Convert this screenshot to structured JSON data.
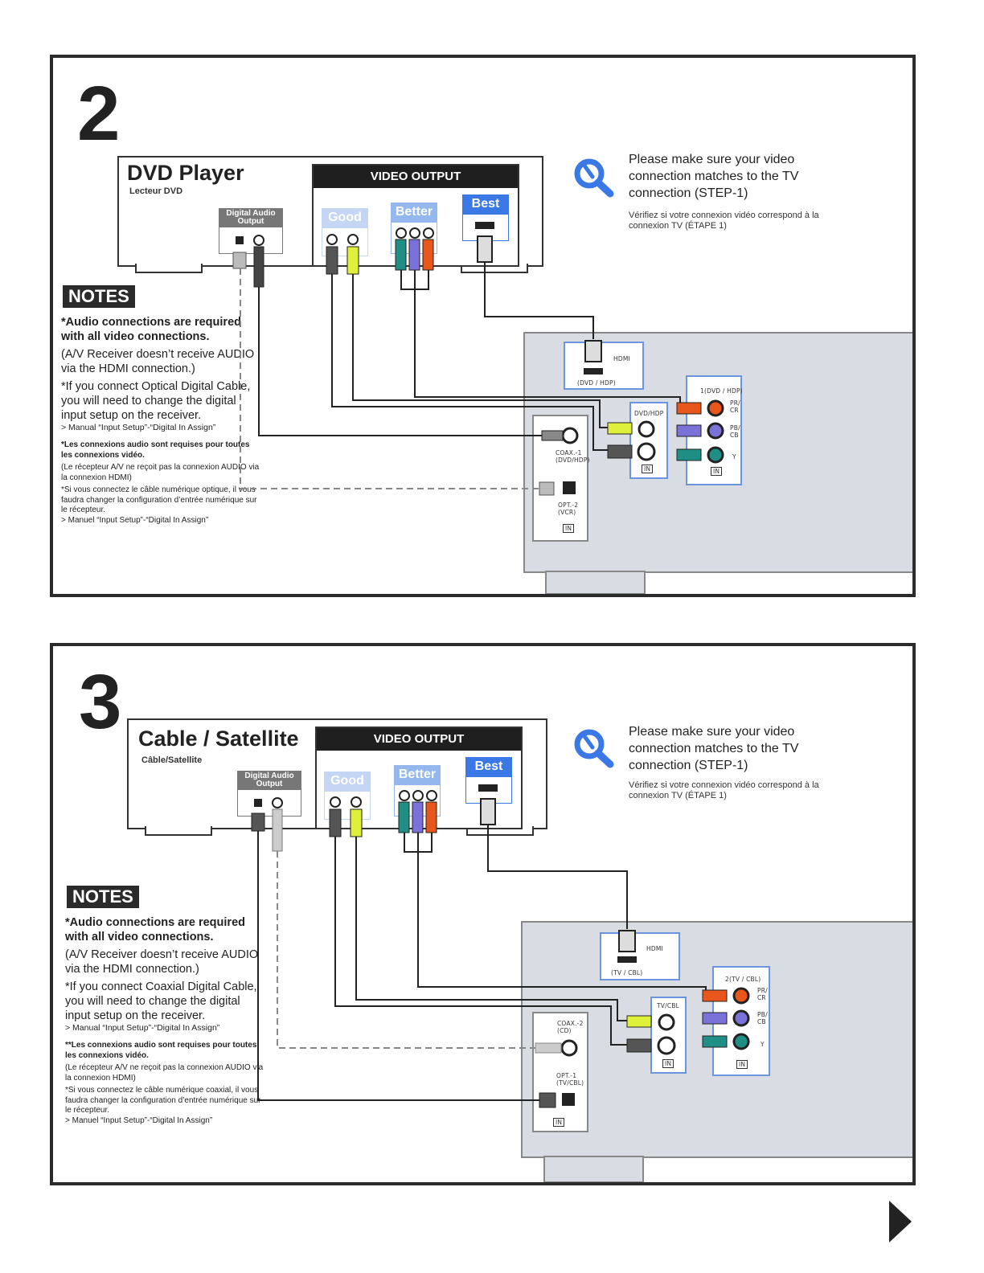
{
  "step2": {
    "number": "2",
    "device_title": "DVD Player",
    "device_subtitle": "Lecteur DVD",
    "digital_audio_label": "Digital Audio Output",
    "video_output_label": "VIDEO OUTPUT",
    "good": "Good",
    "better": "Better",
    "best": "Best",
    "info_en": "Please make sure your video connection matches to the TV connection (STEP-1)",
    "info_fr": "Vérifiez si votre connexion vidéo correspond à la connexion TV (ÉTAPE 1)",
    "notes_badge": "NOTES",
    "note1_bold": "*Audio connections are required with all video connections.",
    "note1": "(A/V Receiver doesn’t receive AUDIO via the HDMI connection.)",
    "note2": "*If you connect Optical Digital Cable, you will need to change the digital input setup on the receiver.",
    "note2_ref": "> Manual “Input Setup”-“Digital In Assign”",
    "fr1_bold": "*Les connexions audio sont requises pour toutes les connexions vidéo.",
    "fr1": "(Le récepteur A/V ne reçoit pas la connexion AUDIO via la connexion HDMI)",
    "fr2": "*Si vous connectez le câble numérique optique, il vous faudra changer la configuration d’entrée numérique sur le récepteur.",
    "fr2_ref": "> Manuel “Input Setup”-“Digital In Assign”",
    "rx_hdmi": "HDMI",
    "rx_hdmi_in": "(DVD / HDP)",
    "rx_in": "IN",
    "rx_comp_label": "1(DVD / HDP)",
    "rx_dvd_label": "DVD/HDP",
    "rx_coax": "COAX.-1 (DVD/HDP)",
    "rx_opt": "OPT.-2 (VCR)",
    "rx_pr": "PR/ CR",
    "rx_pb": "PB/ CB",
    "rx_y": "Y"
  },
  "step3": {
    "number": "3",
    "device_title": "Cable / Satellite",
    "device_subtitle": "Câble/Satellite",
    "digital_audio_label": "Digital Audio Output",
    "video_output_label": "VIDEO OUTPUT",
    "good": "Good",
    "better": "Better",
    "best": "Best",
    "info_en": "Please make sure your video connection matches to the TV connection (STEP-1)",
    "info_fr": "Vérifiez si votre connexion vidéo correspond à la connexion TV (ÉTAPE 1)",
    "notes_badge": "NOTES",
    "note1_bold": "*Audio connections are required with all video connections.",
    "note1": "(A/V Receiver doesn’t receive AUDIO via the HDMI connection.)",
    "note2": "*If you connect Coaxial Digital Cable, you will need to change the digital input setup on the receiver.",
    "note2_ref": "> Manual “Input Setup”-“Digital In Assign”",
    "fr1_bold": "**Les connexions audio sont requises pour toutes les connexions vidéo.",
    "fr1": "(Le récepteur A/V ne reçoit pas la connexion AUDIO via la connexion HDMI)",
    "fr2": "*Si vous connectez le câble numérique coaxial, il vous faudra changer la configuration d’entrée numérique sur le récepteur.",
    "fr2_ref": "> Manuel “Input Setup”-“Digital In Assign”",
    "rx_hdmi": "HDMI",
    "rx_hdmi_in": "(TV / CBL)",
    "rx_in": "IN",
    "rx_comp_label": "2(TV / CBL)",
    "rx_dvd_label": "TV/CBL",
    "rx_coax": "COAX.-2 (CD)",
    "rx_opt": "OPT.-1 (TV/CBL)",
    "rx_pr": "PR/ CR",
    "rx_pb": "PB/ CB",
    "rx_y": "Y"
  },
  "colors": {
    "accent_blue": "#3a78e6",
    "component_red": "#e8561c",
    "component_blue": "#7a72d8",
    "component_green": "#1f8f86",
    "composite_yellow": "#dff03a",
    "svideo_gray": "#555555"
  },
  "icons": [
    "magnifier-icon",
    "next-arrow-icon"
  ]
}
